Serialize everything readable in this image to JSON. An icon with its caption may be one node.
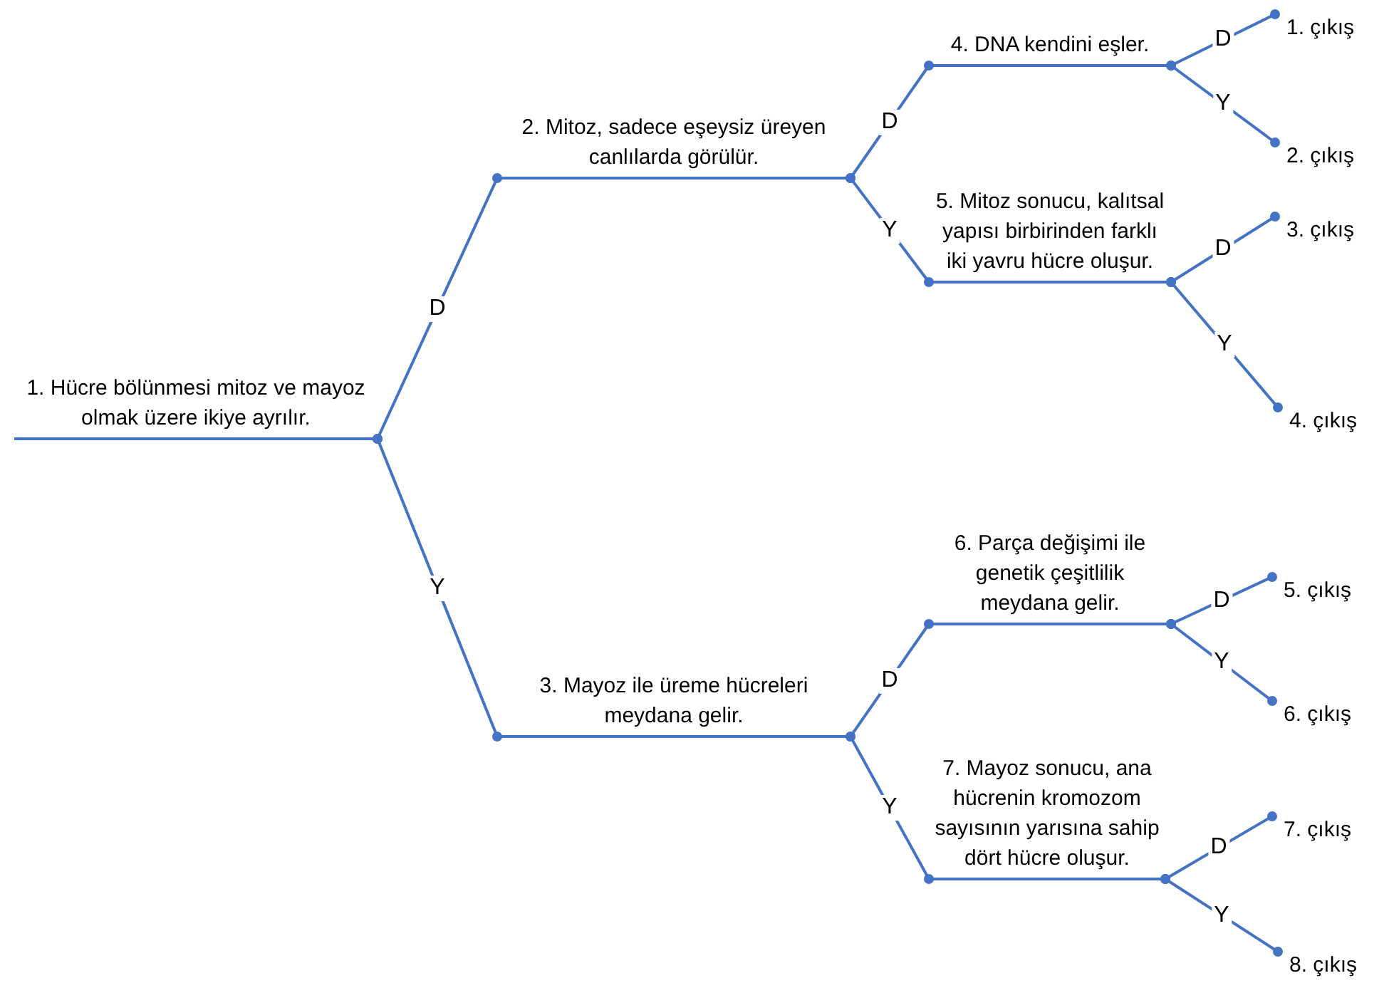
{
  "diagram": {
    "nodes": [
      {
        "text": [
          "1. Hücre bölünmesi mitoz ve mayoz olmak üzere ikiye ayrılır."
        ]
      },
      {
        "text": [
          "2.  Mitoz, sadece eşeysiz üreyen canlılarda görülür."
        ]
      },
      {
        "text": [
          "4. DNA kendini eşler."
        ]
      },
      {
        "text": [
          "1. çıkış"
        ]
      },
      {
        "text": [
          "2. çıkış"
        ]
      },
      {
        "text": [
          "5. Mitoz sonucu, kalıtsal yapısı birbirinden farklı iki yavru hücre oluşur."
        ]
      },
      {
        "text": [
          "3. çıkış"
        ]
      },
      {
        "text": [
          "4. çıkış"
        ]
      },
      {
        "text": [
          "3. Mayoz ile üreme hücreleri meydana gelir."
        ]
      },
      {
        "text": [
          "6. Parça değişimi ile genetik çeşitlilik meydana gelir."
        ]
      },
      {
        "text": [
          "5. çıkış"
        ]
      },
      {
        "text": [
          "6. çıkış"
        ]
      },
      {
        "text": [
          "7. Mayoz sonucu, ana hücrenin kromozom sayısının yarısına sahip dört hücre oluşur."
        ]
      },
      {
        "text": [
          "7. çıkış"
        ]
      },
      {
        "text": [
          "8. çıkış"
        ]
      }
    ],
    "edges": [
      {
        "from": 0,
        "to": 1,
        "arrow": "other",
        "label": "D"
      },
      {
        "from": 0,
        "to": 8,
        "arrow": "other",
        "label": "Y"
      },
      {
        "from": 1,
        "to": 2,
        "arrow": "other",
        "label": "D"
      },
      {
        "from": 1,
        "to": 5,
        "arrow": "other",
        "label": "Y"
      },
      {
        "from": 2,
        "to": 3,
        "arrow": "other",
        "label": "D"
      },
      {
        "from": 2,
        "to": 4,
        "arrow": "other",
        "label": "Y"
      },
      {
        "from": 5,
        "to": 6,
        "arrow": "other",
        "label": "D"
      },
      {
        "from": 5,
        "to": 7,
        "arrow": "other",
        "label": "Y"
      },
      {
        "from": 8,
        "to": 9,
        "arrow": "other",
        "label": "D"
      },
      {
        "from": 8,
        "to": 12,
        "arrow": "other",
        "label": "Y"
      },
      {
        "from": 9,
        "to": 10,
        "arrow": "other",
        "label": "D"
      },
      {
        "from": 9,
        "to": 11,
        "arrow": "other",
        "label": "Y"
      },
      {
        "from": 12,
        "to": 13,
        "arrow": "other",
        "label": "D"
      },
      {
        "from": 12,
        "to": 14,
        "arrow": "other",
        "label": "Y"
      }
    ]
  }
}
